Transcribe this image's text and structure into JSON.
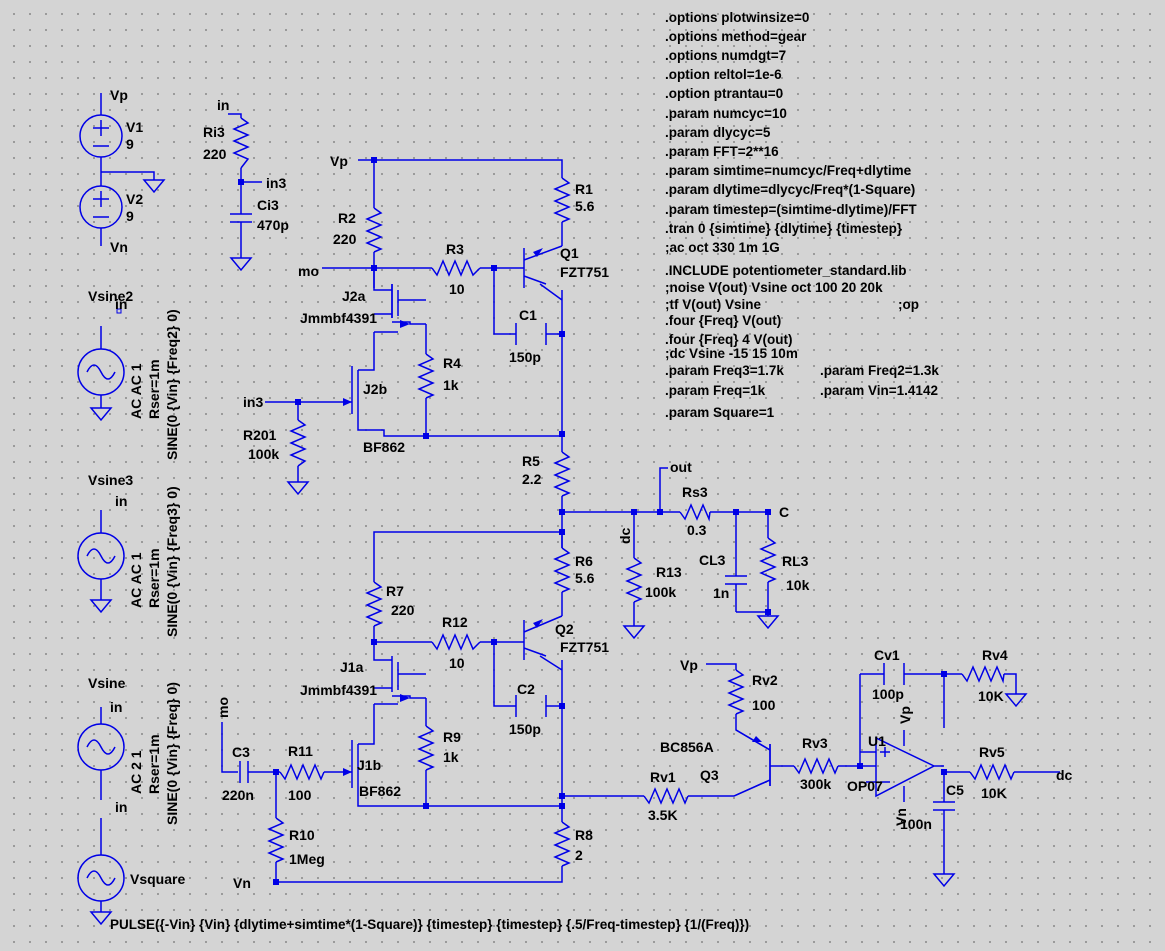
{
  "directives": [
    ".options plotwinsize=0",
    ".options method=gear",
    ".options numdgt=7",
    ".option reltol=1e-6",
    ".option ptrantau=0",
    ".param numcyc=10",
    ".param dlycyc=5",
    ".param FFT=2**16",
    ".param simtime=numcyc/Freq+dlytime",
    ".param dlytime=dlycyc/Freq*(1-Square)",
    ".param timestep=(simtime-dlytime)/FFT",
    ".tran 0 {simtime} {dlytime} {timestep}",
    ";ac oct 330 1m 1G",
    ".INCLUDE potentiometer_standard.lib",
    ";noise V(out) Vsine oct 100 20 20k",
    ";tf V(out) Vsine",
    ";op",
    ".four {Freq} V(out)",
    ".four {Freq} 4 V(out)",
    ";dc Vsine -15 15 10m",
    ".param Freq3=1.7k",
    ".param Freq2=1.3k",
    ".param Freq=1k",
    ".param Vin=1.4142",
    ".param Square=1"
  ],
  "pulse_directive": "PULSE({-Vin} {Vin} {dlytime+simtime*(1-Square)} {timestep} {timestep} {.5/Freq-timestep} {1/(Freq)})",
  "sources": {
    "V1": {
      "name": "V1",
      "value": "9"
    },
    "V2": {
      "name": "V2",
      "value": "9"
    },
    "Vsine2": {
      "name": "Vsine2",
      "ac": "AC AC 1",
      "rser": "Rser=1m",
      "wave": "SINE(0 {Vin} {Freq2} 0)"
    },
    "Vsine3": {
      "name": "Vsine3",
      "ac": "AC AC 1",
      "rser": "Rser=1m",
      "wave": "SINE(0 {Vin} {Freq3} 0)"
    },
    "Vsine": {
      "name": "Vsine",
      "ac": "AC 2 1",
      "rser": "Rser=1m",
      "wave": "SINE(0 {Vin} {Freq} 0)"
    },
    "Vsquare": {
      "name": "Vsquare"
    }
  },
  "nets": {
    "vp": "Vp",
    "vn": "Vn",
    "in": "in",
    "in3": "in3",
    "mo": "mo",
    "out": "out",
    "c": "C",
    "dc": "dc"
  },
  "components": {
    "Ri3": {
      "name": "Ri3",
      "value": "220"
    },
    "Ci3": {
      "name": "Ci3",
      "value": "470p"
    },
    "R1": {
      "name": "R1",
      "value": "5.6"
    },
    "R2": {
      "name": "R2",
      "value": "220"
    },
    "R3": {
      "name": "R3",
      "value": "10"
    },
    "Q1": {
      "name": "Q1",
      "value": "FZT751"
    },
    "C1": {
      "name": "C1",
      "value": "150p"
    },
    "J2a": {
      "name": "J2a",
      "value": "Jmmbf4391"
    },
    "J2b": {
      "name": "J2b",
      "value": "BF862"
    },
    "R4": {
      "name": "R4",
      "value": "1k"
    },
    "R201": {
      "name": "R201",
      "value": "100k"
    },
    "R5": {
      "name": "R5",
      "value": "2.2"
    },
    "Rs3": {
      "name": "Rs3",
      "value": "0.3"
    },
    "R13": {
      "name": "R13",
      "value": "100k"
    },
    "CL3": {
      "name": "CL3",
      "value": "1n"
    },
    "RL3": {
      "name": "RL3",
      "value": "10k"
    },
    "R6": {
      "name": "R6",
      "value": "5.6"
    },
    "R7": {
      "name": "R7",
      "value": "220"
    },
    "R12": {
      "name": "R12",
      "value": "10"
    },
    "Q2": {
      "name": "Q2",
      "value": "FZT751"
    },
    "J1a": {
      "name": "J1a",
      "value": "Jmmbf4391"
    },
    "J1b": {
      "name": "J1b",
      "value": "BF862"
    },
    "C2": {
      "name": "C2",
      "value": "150p"
    },
    "R9": {
      "name": "R9",
      "value": "1k"
    },
    "C3": {
      "name": "C3",
      "value": "220n"
    },
    "R11": {
      "name": "R11",
      "value": "100"
    },
    "R10": {
      "name": "R10",
      "value": "1Meg"
    },
    "R8": {
      "name": "R8",
      "value": "2"
    },
    "Rv1": {
      "name": "Rv1",
      "value": "3.5K"
    },
    "Rv2": {
      "name": "Rv2",
      "value": "100"
    },
    "Q3": {
      "name": "Q3",
      "value": "BC856A"
    },
    "Rv3": {
      "name": "Rv3",
      "value": "300k"
    },
    "Cv1": {
      "name": "Cv1",
      "value": "100p"
    },
    "Rv4": {
      "name": "Rv4",
      "value": "10K"
    },
    "U1": {
      "name": "U1",
      "value": "OP07"
    },
    "C5": {
      "name": "C5",
      "value": "100n"
    },
    "Rv5": {
      "name": "Rv5",
      "value": "10K"
    }
  }
}
